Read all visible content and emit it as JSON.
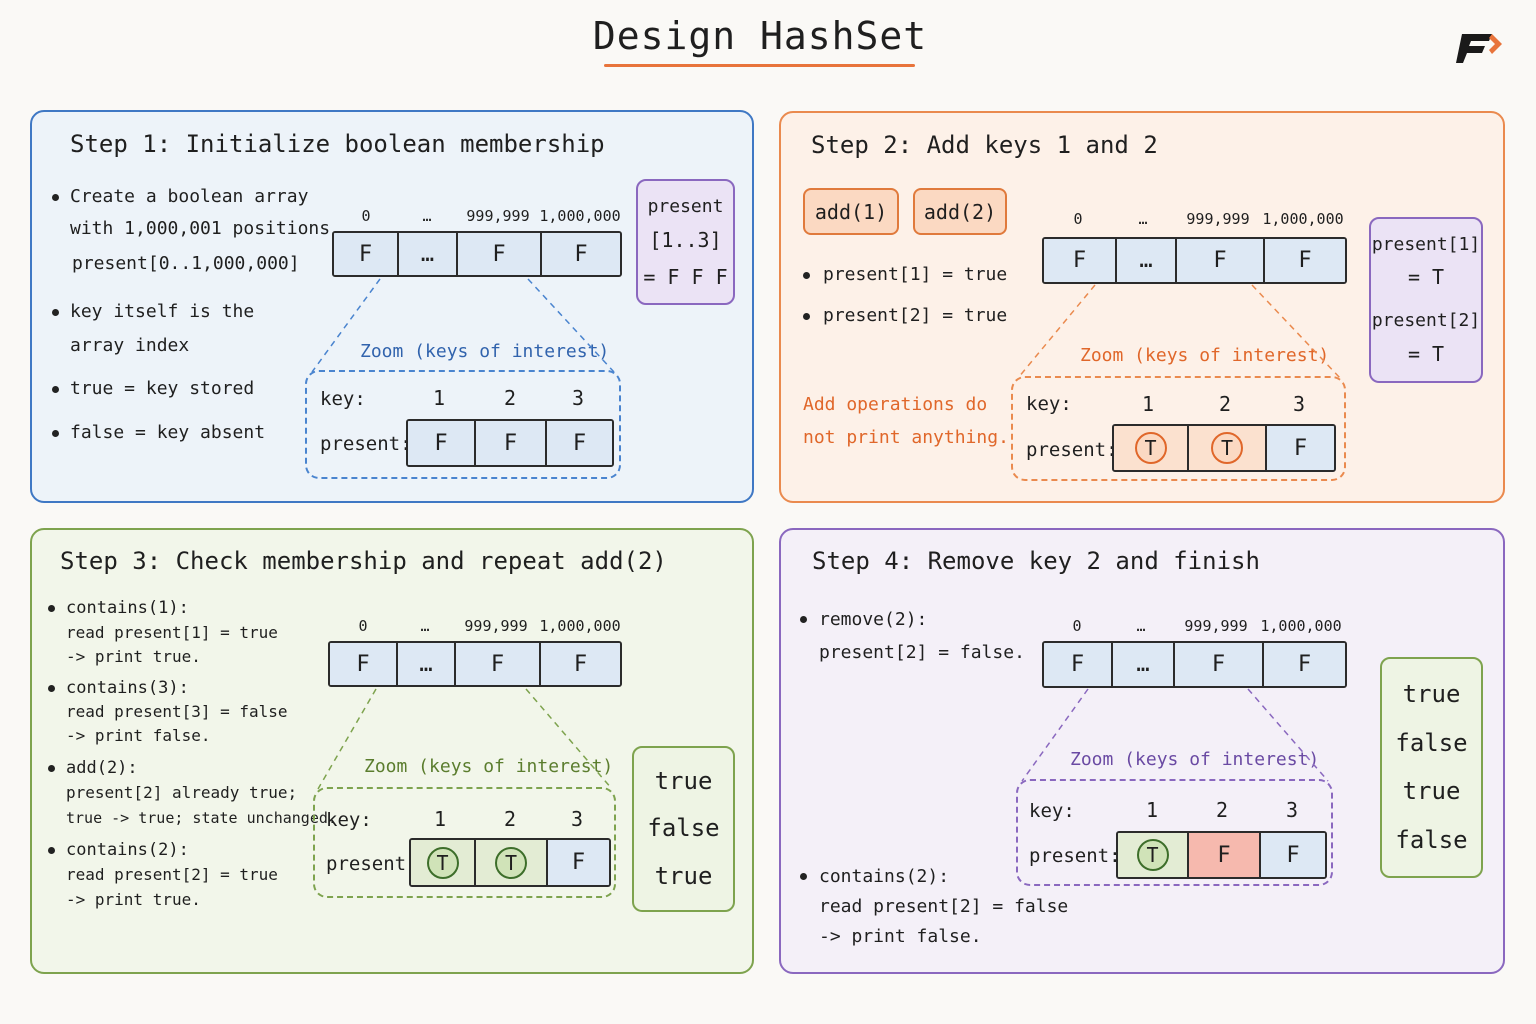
{
  "title": "Design HashSet",
  "indices": [
    "0",
    "…",
    "999,999",
    "1,000,000"
  ],
  "array_cells": [
    "F",
    "…",
    "F",
    "F"
  ],
  "zoom": {
    "label": "Zoom (keys of interest)",
    "key_label": "key:",
    "present_label": "present:",
    "keys": [
      "1",
      "2",
      "3"
    ]
  },
  "step1": {
    "title": "Step 1: Initialize boolean membership",
    "bullet1": [
      "Create a boolean array",
      "with 1,000,001 positions",
      "present[0..1,000,000]"
    ],
    "bullet2": [
      "key itself is the",
      "array index"
    ],
    "bullet3": "true = key stored",
    "bullet4": "false = key absent",
    "zoom_values": [
      "F",
      "F",
      "F"
    ],
    "side": [
      "present",
      "[1..3]",
      "= F F F"
    ]
  },
  "step2": {
    "title": "Step 2: Add keys 1 and 2",
    "ops": [
      "add(1)",
      "add(2)"
    ],
    "bullet1": "present[1] = true",
    "bullet2": "present[2] = true",
    "note": [
      "Add operations do",
      "not print anything."
    ],
    "zoom_values": [
      "T",
      "T",
      "F"
    ],
    "side": [
      "present[1]",
      "= T",
      "present[2]",
      "= T"
    ]
  },
  "step3": {
    "title": "Step 3: Check membership and repeat add(2)",
    "b1": [
      "contains(1):",
      "read present[1] = true",
      "-> print true."
    ],
    "b2": [
      "contains(3):",
      "read present[3] = false",
      "-> print false."
    ],
    "b3": [
      "add(2):",
      "present[2] already true;",
      "true -> true; state unchanged."
    ],
    "b4": [
      "contains(2):",
      "read present[2] = true",
      "-> print true."
    ],
    "zoom_values": [
      "T",
      "T",
      "F"
    ],
    "output": [
      "true",
      "false",
      "true"
    ]
  },
  "step4": {
    "title": "Step 4: Remove key 2 and finish",
    "b1": [
      "remove(2):",
      "present[2] = false."
    ],
    "b2": [
      "contains(2):",
      "read present[2] = false",
      "-> print false."
    ],
    "zoom_values": [
      "T",
      "F",
      "F"
    ],
    "output": [
      "true",
      "false",
      "true",
      "false"
    ]
  },
  "colors": {
    "blue": "#3f78c4",
    "orange": "#ea8a4e",
    "green": "#7ea34e",
    "purple": "#8a68bf",
    "cell_fill": "#dde8f4",
    "removed_fill": "#f6b9ae"
  }
}
